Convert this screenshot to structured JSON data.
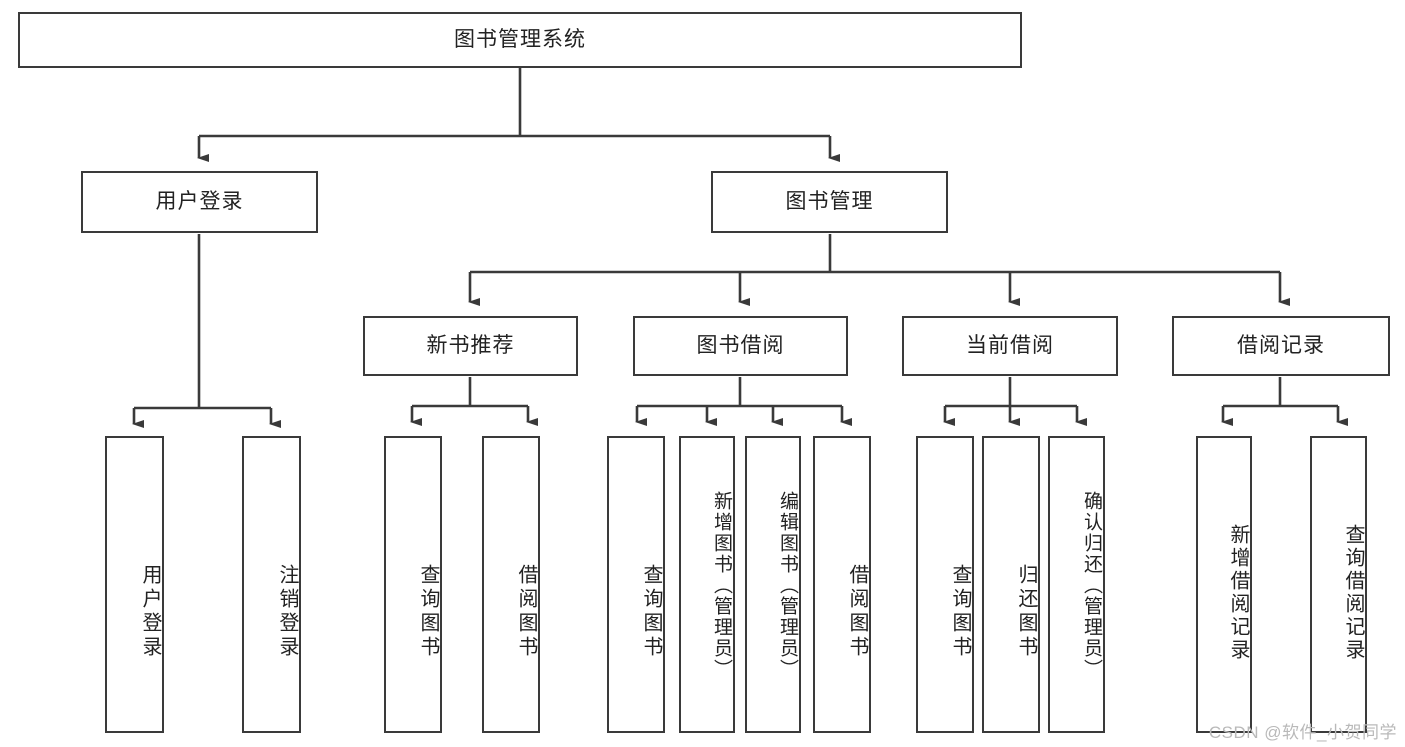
{
  "diagram": {
    "title": "图书管理系统",
    "type": "tree-hierarchy-diagram",
    "root": {
      "id": "root",
      "label": "图书管理系统"
    },
    "level2": [
      {
        "id": "user-login",
        "label": "用户登录"
      },
      {
        "id": "book-management",
        "label": "图书管理"
      }
    ],
    "level3": [
      {
        "id": "new-book-recommend",
        "label": "新书推荐"
      },
      {
        "id": "book-borrow",
        "label": "图书借阅"
      },
      {
        "id": "current-borrow",
        "label": "当前借阅"
      },
      {
        "id": "borrow-record",
        "label": "借阅记录"
      }
    ],
    "leaves": {
      "user-login": [
        {
          "id": "leaf-user-login",
          "label": "用户登录"
        },
        {
          "id": "leaf-logout",
          "label": "注销登录"
        }
      ],
      "new-book-recommend": [
        {
          "id": "leaf-query-book-1",
          "label": "查询图书"
        },
        {
          "id": "leaf-borrow-book-1",
          "label": "借阅图书"
        }
      ],
      "book-borrow": [
        {
          "id": "leaf-query-book-2",
          "label": "查询图书"
        },
        {
          "id": "leaf-add-book",
          "label": "新增图书（管理员）"
        },
        {
          "id": "leaf-edit-book",
          "label": "编辑图书（管理员）"
        },
        {
          "id": "leaf-borrow-book-2",
          "label": "借阅图书"
        }
      ],
      "current-borrow": [
        {
          "id": "leaf-query-book-3",
          "label": "查询图书"
        },
        {
          "id": "leaf-return-book",
          "label": "归还图书"
        },
        {
          "id": "leaf-confirm-return",
          "label": "确认归还（管理员）"
        }
      ],
      "borrow-record": [
        {
          "id": "leaf-add-record",
          "label": "新增借阅记录"
        },
        {
          "id": "leaf-query-record",
          "label": "查询借阅记录"
        }
      ]
    }
  },
  "watermark": {
    "text": "CSDN @软件_小贺同学"
  },
  "colors": {
    "background": "#ffffff",
    "box_border": "#3a3a3a",
    "box_fill": "#ffffff",
    "text": "#222222",
    "edge": "#3a3a3a",
    "watermark": "#b9b9b9"
  }
}
